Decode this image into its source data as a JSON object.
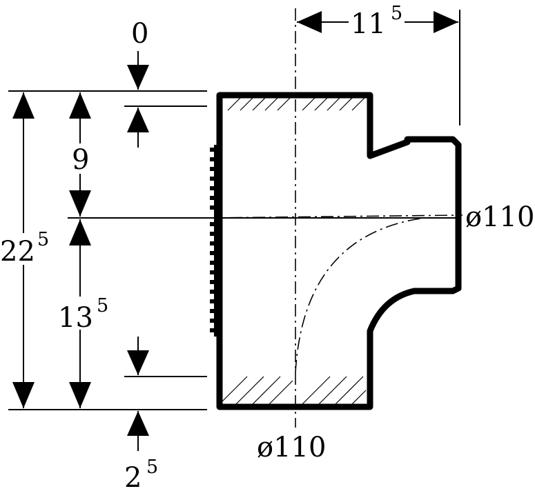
{
  "dimensions": {
    "top_offset": "0",
    "height_upper": "9",
    "total_height_main": "22",
    "total_height_sup": "5",
    "height_lower_main": "13",
    "height_lower_sup": "5",
    "bottom_offset_main": "2",
    "bottom_offset_sup": "5",
    "branch_length_main": "11",
    "branch_length_sup": "5",
    "branch_diameter": "ø110",
    "main_diameter": "ø110"
  }
}
